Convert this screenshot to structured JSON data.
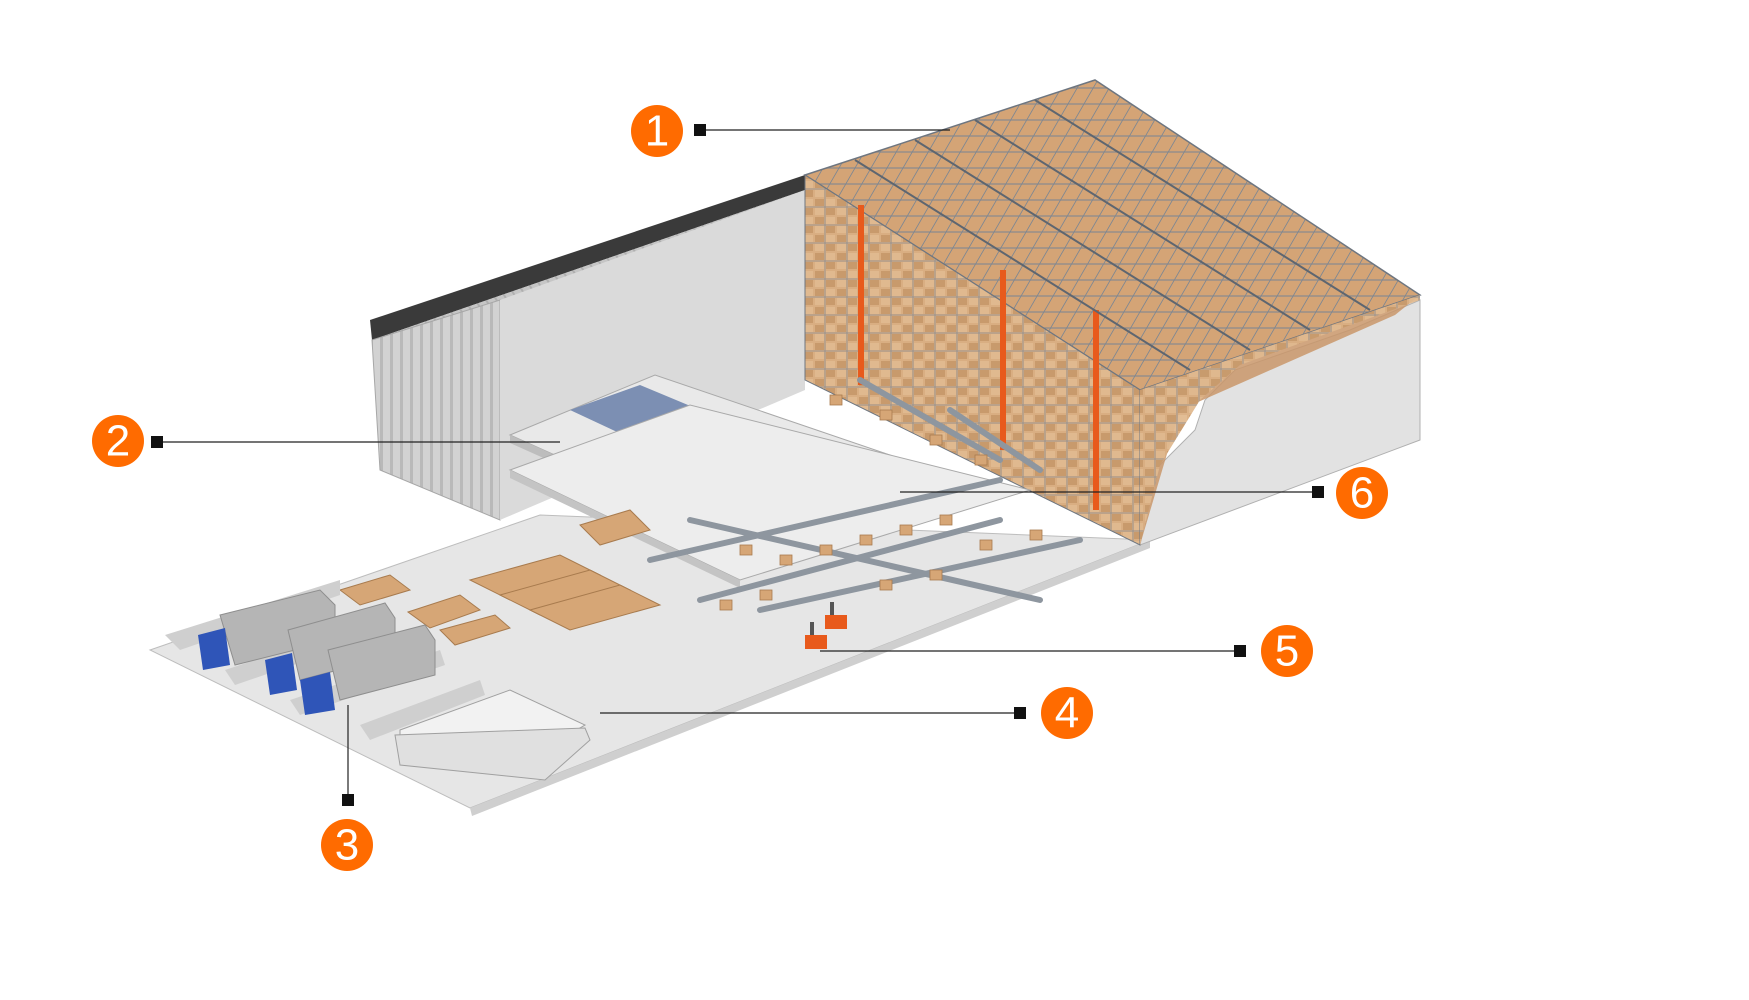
{
  "colors": {
    "accent": "#FF6B00",
    "rack_frame": "#9AA3AE",
    "rack_upright": "#E85A1C",
    "box": "#D8A97A",
    "box_dark": "#B8875A",
    "floor": "#E7E7E7",
    "wall": "#C9C9C9",
    "truck_cab": "#2F55B8",
    "trailer": "#B5B5B5"
  },
  "callouts": [
    {
      "id": "1",
      "label": "1"
    },
    {
      "id": "2",
      "label": "2"
    },
    {
      "id": "3",
      "label": "3"
    },
    {
      "id": "4",
      "label": "4"
    },
    {
      "id": "5",
      "label": "5"
    },
    {
      "id": "6",
      "label": "6"
    }
  ],
  "icons": [
    "truck-icon",
    "forklift-icon",
    "pallet-rack-icon",
    "conveyor-icon"
  ]
}
